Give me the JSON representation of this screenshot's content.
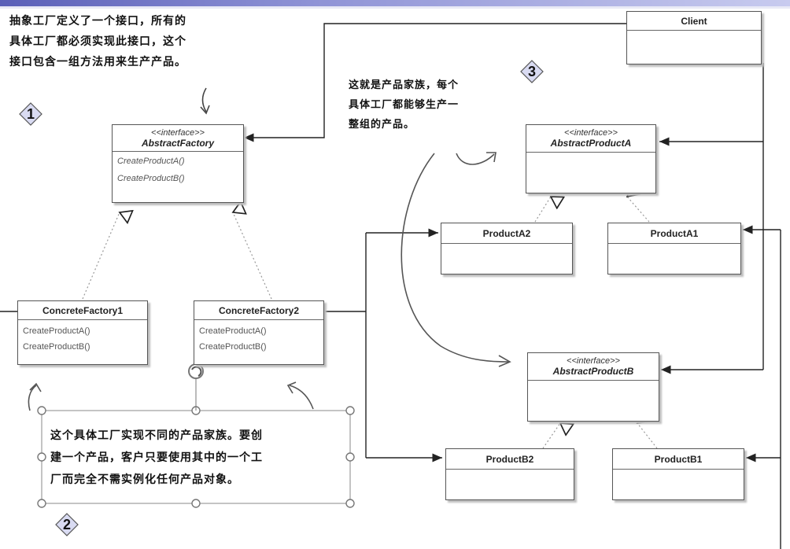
{
  "notes": {
    "note1": [
      "抽象工厂定义了一个接口，所有的",
      "具体工厂都必须实现此接口，这个",
      "接口包含一组方法用来生产产品。"
    ],
    "note3": [
      "这就是产品家族，每个",
      "具体工厂都能够生产一",
      "整组的产品。"
    ],
    "note2": [
      "这个具体工厂实现不同的产品家族。要创",
      "建一个产品，客户只要使用其中的一个工",
      "厂而完全不需实例化任何产品对象。"
    ]
  },
  "badges": {
    "b1": "1",
    "b2": "2",
    "b3": "3"
  },
  "client": {
    "name": "Client"
  },
  "abstract_factory": {
    "stereotype": "<<interface>>",
    "name": "AbstractFactory",
    "ops": [
      "CreateProductA()",
      "CreateProductB()"
    ]
  },
  "concrete_factory1": {
    "name": "ConcreteFactory1",
    "ops": [
      "CreateProductA()",
      "CreateProductB()"
    ]
  },
  "concrete_factory2": {
    "name": "ConcreteFactory2",
    "ops": [
      "CreateProductA()",
      "CreateProductB()"
    ]
  },
  "abstract_product_a": {
    "stereotype": "<<interface>>",
    "name": "AbstractProductA"
  },
  "abstract_product_b": {
    "stereotype": "<<interface>>",
    "name": "AbstractProductB"
  },
  "product_a2": {
    "name": "ProductA2"
  },
  "product_a1": {
    "name": "ProductA1"
  },
  "product_b2": {
    "name": "ProductB2"
  },
  "product_b1": {
    "name": "ProductB1"
  }
}
